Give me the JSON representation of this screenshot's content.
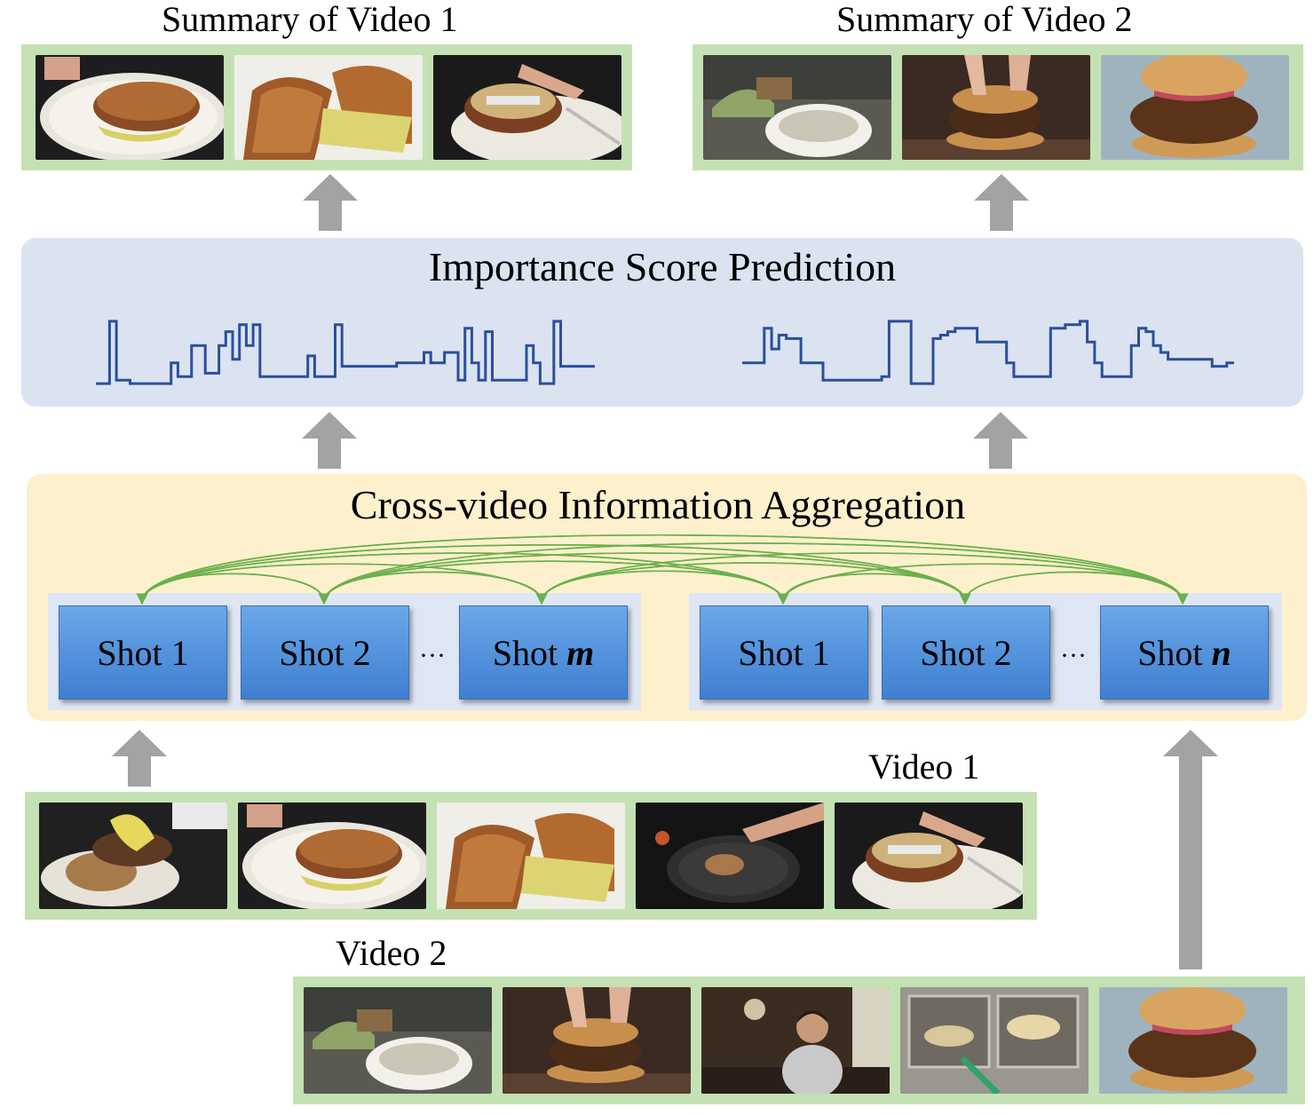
{
  "summary_labels": {
    "video1": "Summary of Video 1",
    "video2": "Summary of Video 2"
  },
  "importance": {
    "title": "Importance Score Prediction",
    "line_color": "#2c4f9b",
    "video1_scores": [
      0.05,
      0.05,
      0.95,
      0.1,
      0.1,
      0.05,
      0.05,
      0.05,
      0.05,
      0.05,
      0.05,
      0.35,
      0.15,
      0.15,
      0.6,
      0.6,
      0.2,
      0.2,
      0.6,
      0.8,
      0.4,
      0.9,
      0.6,
      0.9,
      0.15,
      0.15,
      0.15,
      0.15,
      0.15,
      0.15,
      0.15,
      0.45,
      0.15,
      0.15,
      0.15,
      0.9,
      0.3,
      0.3,
      0.3,
      0.3,
      0.3,
      0.3,
      0.3,
      0.3,
      0.35,
      0.35,
      0.35,
      0.35,
      0.5,
      0.35,
      0.35,
      0.5,
      0.5,
      0.1,
      0.85,
      0.35,
      0.1,
      0.8,
      0.1,
      0.1,
      0.1,
      0.1,
      0.1,
      0.6,
      0.35,
      0.05,
      0.05,
      0.95,
      0.3,
      0.3,
      0.3,
      0.3,
      0.3
    ],
    "video2_scores": [
      0.35,
      0.35,
      0.35,
      0.85,
      0.55,
      0.75,
      0.7,
      0.7,
      0.35,
      0.35,
      0.35,
      0.1,
      0.1,
      0.1,
      0.1,
      0.1,
      0.1,
      0.1,
      0.1,
      0.15,
      0.95,
      0.95,
      0.95,
      0.05,
      0.05,
      0.05,
      0.7,
      0.75,
      0.8,
      0.85,
      0.85,
      0.85,
      0.65,
      0.65,
      0.65,
      0.65,
      0.35,
      0.15,
      0.15,
      0.15,
      0.15,
      0.15,
      0.85,
      0.85,
      0.9,
      0.9,
      0.95,
      0.65,
      0.35,
      0.15,
      0.15,
      0.15,
      0.15,
      0.6,
      0.85,
      0.8,
      0.6,
      0.5,
      0.4,
      0.4,
      0.4,
      0.4,
      0.4,
      0.4,
      0.3,
      0.3,
      0.35
    ]
  },
  "aggregation": {
    "title": "Cross-video Information Aggregation",
    "edge_color": "#6ab04c",
    "ellipsis": "···",
    "video1_shots": [
      {
        "name": "Shot",
        "num": "1",
        "italic": false
      },
      {
        "name": "Shot",
        "num": "2",
        "italic": false
      },
      {
        "name": "Shot",
        "num": "m",
        "italic": true
      }
    ],
    "video2_shots": [
      {
        "name": "Shot",
        "num": "1",
        "italic": false
      },
      {
        "name": "Shot",
        "num": "2",
        "italic": false
      },
      {
        "name": "Shot",
        "num": "n",
        "italic": true
      }
    ]
  },
  "video_labels": {
    "video1": "Video 1",
    "video2": "Video 2"
  },
  "colors": {
    "frame_border": "#c4e1b4",
    "score_panel": "#dbe3f1",
    "aggregation_panel": "#fdf0cc",
    "shot_box": "#4a8ad8",
    "arrow": "#a3a3a3"
  },
  "frames": {
    "summary_video1": [
      "sandwich-on-plate",
      "sandwich-cut-half",
      "sandwich-knife-spread"
    ],
    "summary_video2": [
      "salad-and-bowl",
      "burger-hands-closeup",
      "burger-closeup"
    ],
    "video1": [
      "sandwich-cheese-melt",
      "sandwich-on-plate",
      "sandwich-cut-half",
      "pan-frying",
      "sandwich-knife-spread"
    ],
    "video2": [
      "salad-and-bowl",
      "burger-hands-closeup",
      "man-in-restaurant",
      "deep-fryer-baskets",
      "burger-closeup"
    ]
  }
}
